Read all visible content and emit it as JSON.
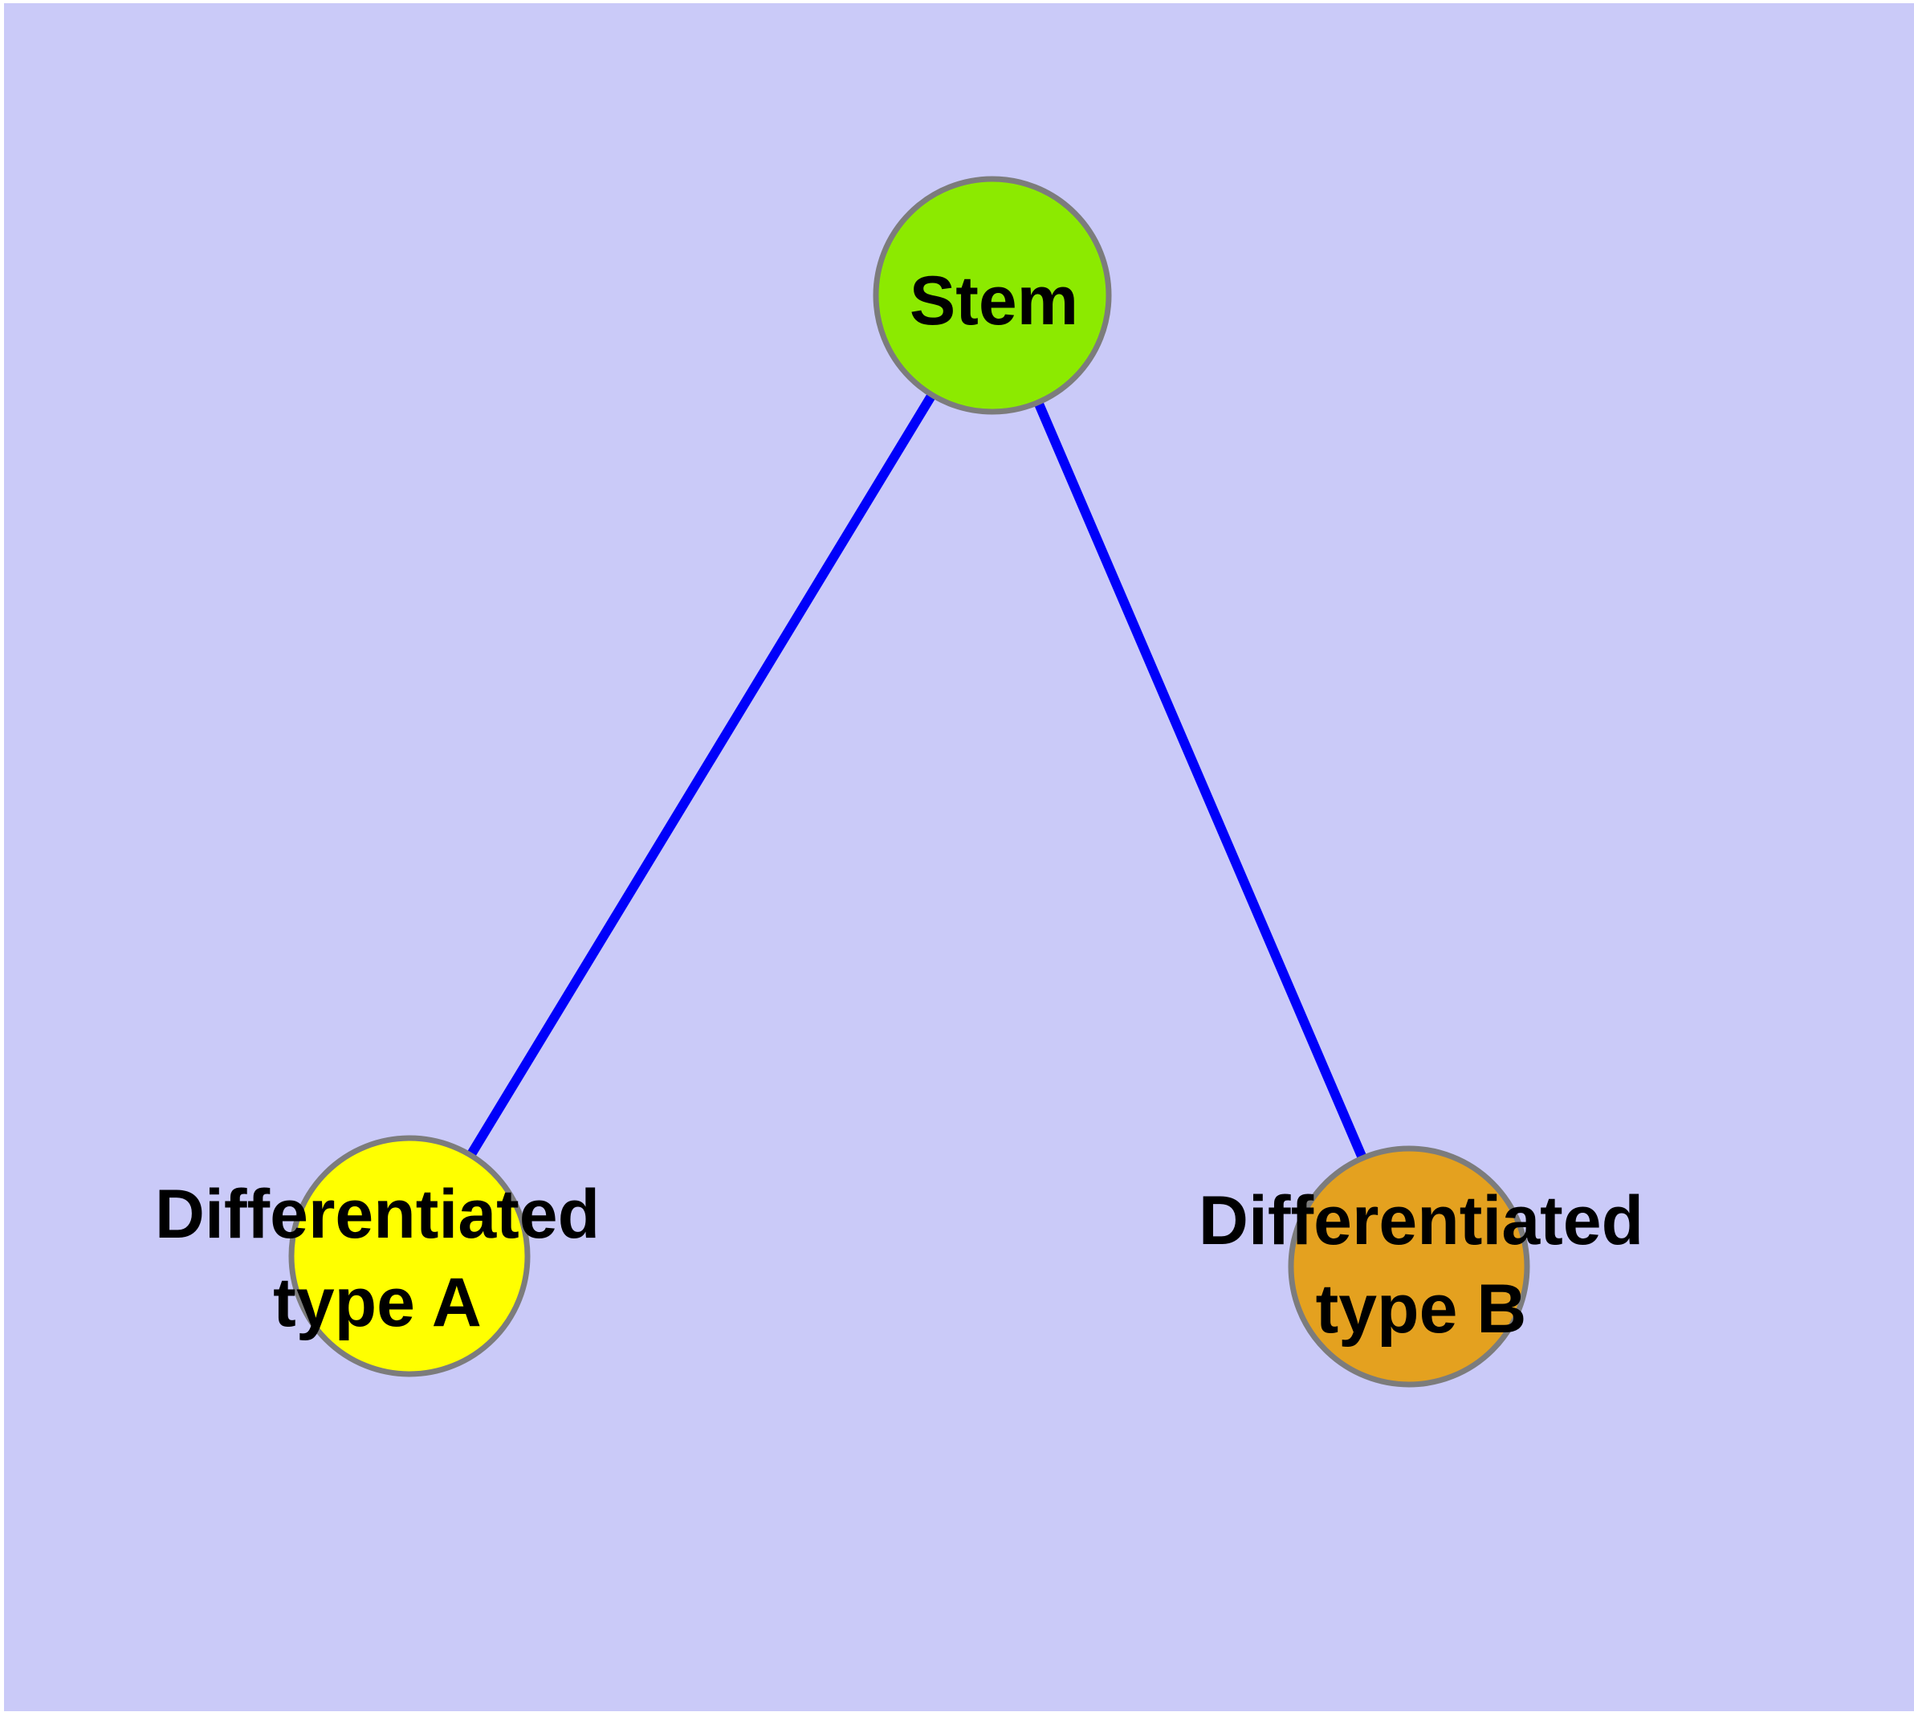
{
  "diagram": {
    "type": "node-link-graph",
    "background_color": "#cacaf8",
    "page_margin_color": "#ffffff",
    "edge_color": "#0000fa",
    "node_border_color": "#7c7c7c",
    "label_color": "#000000",
    "nodes": [
      {
        "id": "stem",
        "label": "Stem",
        "label_lines": [
          "Stem"
        ],
        "color": "#8cea00"
      },
      {
        "id": "differentiated-type-a",
        "label": "Differentiated type A",
        "label_lines": [
          "Differentiated",
          "type A"
        ],
        "color": "#ffff00"
      },
      {
        "id": "differentiated-type-b",
        "label": "Differentiated type B",
        "label_lines": [
          "Differentiated",
          "type B"
        ],
        "color": "#e4a11f"
      }
    ],
    "edges": [
      {
        "from": "Stem",
        "to": "Differentiated type A"
      },
      {
        "from": "Stem",
        "to": "Differentiated type B"
      }
    ]
  }
}
